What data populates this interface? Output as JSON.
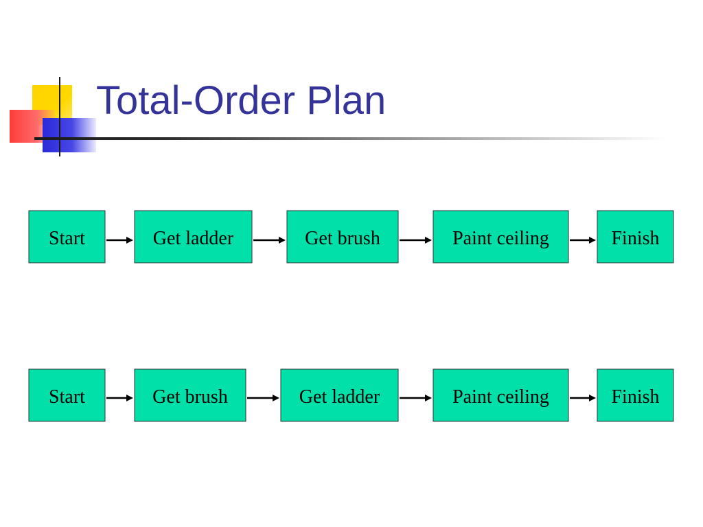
{
  "slide": {
    "title": "Total-Order Plan"
  },
  "plans": [
    {
      "steps": [
        "Start",
        "Get ladder",
        "Get brush",
        "Paint ceiling",
        "Finish"
      ]
    },
    {
      "steps": [
        "Start",
        "Get brush",
        "Get ladder",
        "Paint ceiling",
        "Finish"
      ]
    }
  ],
  "colors": {
    "title": "#333399",
    "node_fill": "#00e0a8",
    "node_border": "#333333",
    "arrow": "#000000"
  }
}
